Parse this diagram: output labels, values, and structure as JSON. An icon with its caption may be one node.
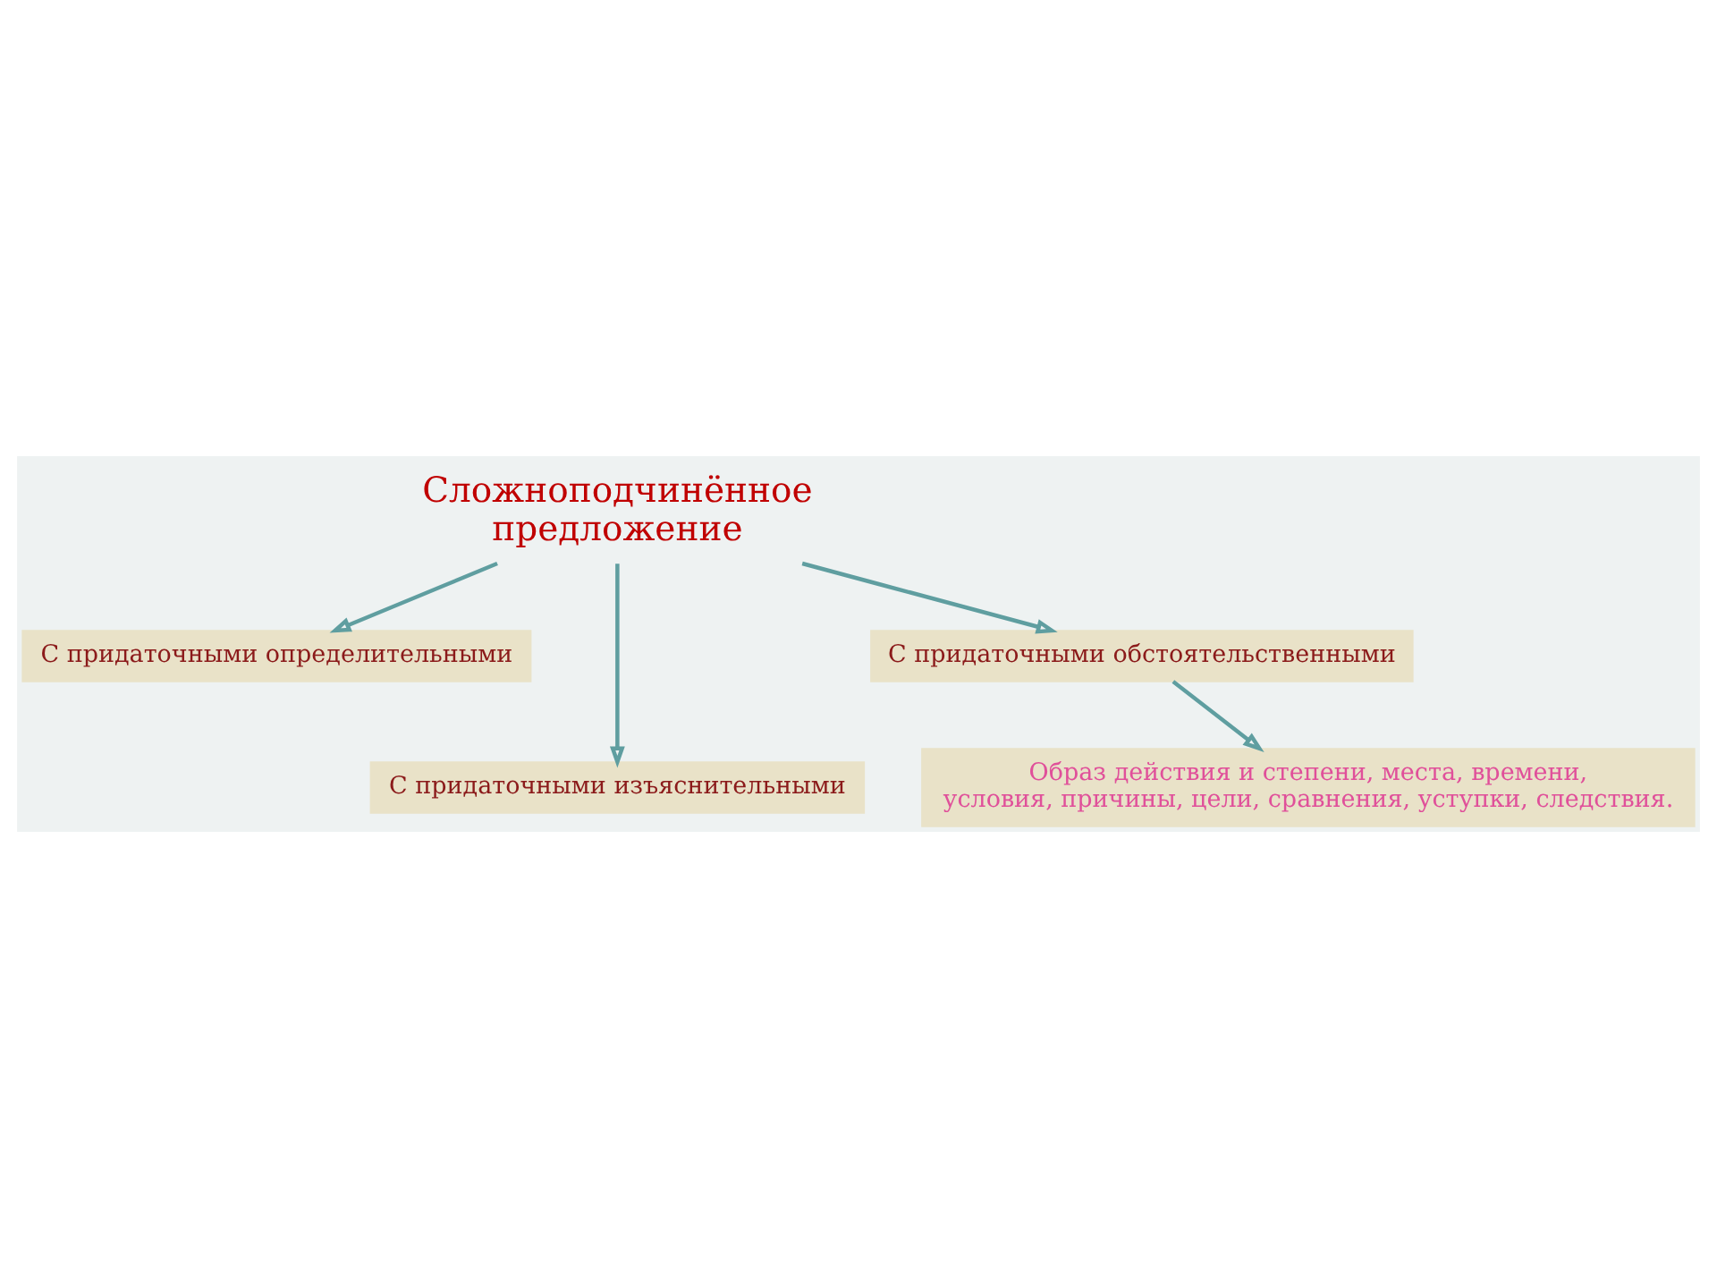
{
  "diagram": {
    "nodes": [
      {
        "text": [
          "Сложноподчинённое предложение"
        ]
      },
      {
        "text": [
          "С придаточными определительными"
        ]
      },
      {
        "text": [
          "С придаточными изъяснительными"
        ]
      },
      {
        "text": [
          "С придаточными обстоятельственными"
        ]
      },
      {
        "text": [
          "Образ действия и степени, места, времени, условия, причины, цели, сравнения, уступки, следствия."
        ]
      }
    ],
    "edges": [
      {
        "from": 0,
        "to": 1,
        "arrow": "to"
      },
      {
        "from": 0,
        "to": 2,
        "arrow": "to"
      },
      {
        "from": 0,
        "to": 3,
        "arrow": "to"
      },
      {
        "from": 3,
        "to": 4,
        "arrow": "to"
      }
    ]
  }
}
